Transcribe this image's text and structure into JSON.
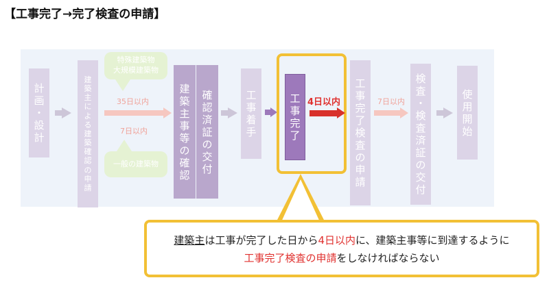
{
  "title": "【工事完了→完了検査の申請】",
  "colors": {
    "highlight_border": "#f2c035",
    "active_box": "#9d79bb",
    "red": "#e0312f"
  },
  "flow": {
    "step_plan": "計画・設計",
    "step_owner_notice": "建築主による建築確認の申請",
    "special_building": [
      "特殊建築物",
      "大規模建築物"
    ],
    "days_35": "35日以内",
    "days_7a": "7日以内",
    "general_building": "一般の建築物",
    "step_confirm_left": "建築主事等の確認",
    "step_confirm_right": "確認済証の交付",
    "step_start": "工事着手",
    "step_complete": "工事完了",
    "days_4": "4日以内",
    "step_inspection_req": "工事完了検査の申請",
    "days_7b": "7日以内",
    "step_inspection_cert": "検査・検査済証の交付",
    "step_use": "使用開始"
  },
  "callout": {
    "line1_a": "建築主",
    "line1_b": "は工事が完了した日から",
    "line1_c": "4日以内",
    "line1_d": "に、建築主事等に到達するように",
    "line2_a": "工事完了検査の申請",
    "line2_b": "をしなければならない"
  }
}
